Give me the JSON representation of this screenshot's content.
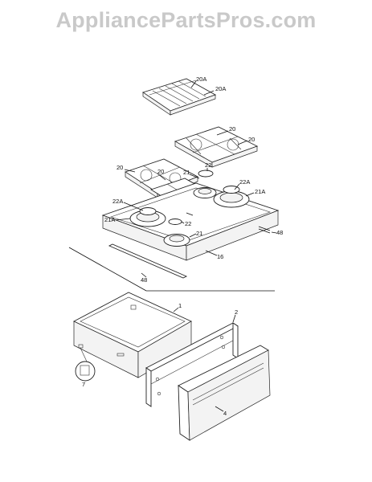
{
  "watermark": "AppliancePartsPros.com",
  "callouts": {
    "c20a_1": "20A",
    "c20a_2": "20A",
    "c20_a": "20",
    "c20_b": "20",
    "c20_c": "20",
    "c20_d": "20",
    "c22_a": "22",
    "c21_a": "21",
    "c22a_a": "22A",
    "c21a_a": "21A",
    "c22a_b": "22A",
    "c22_b": "22",
    "c21a_b": "21A",
    "c21_b": "21",
    "c48_a": "48",
    "c16": "16",
    "c48_b": "48",
    "c1": "1",
    "c2": "2",
    "c7": "7",
    "c4": "4"
  }
}
